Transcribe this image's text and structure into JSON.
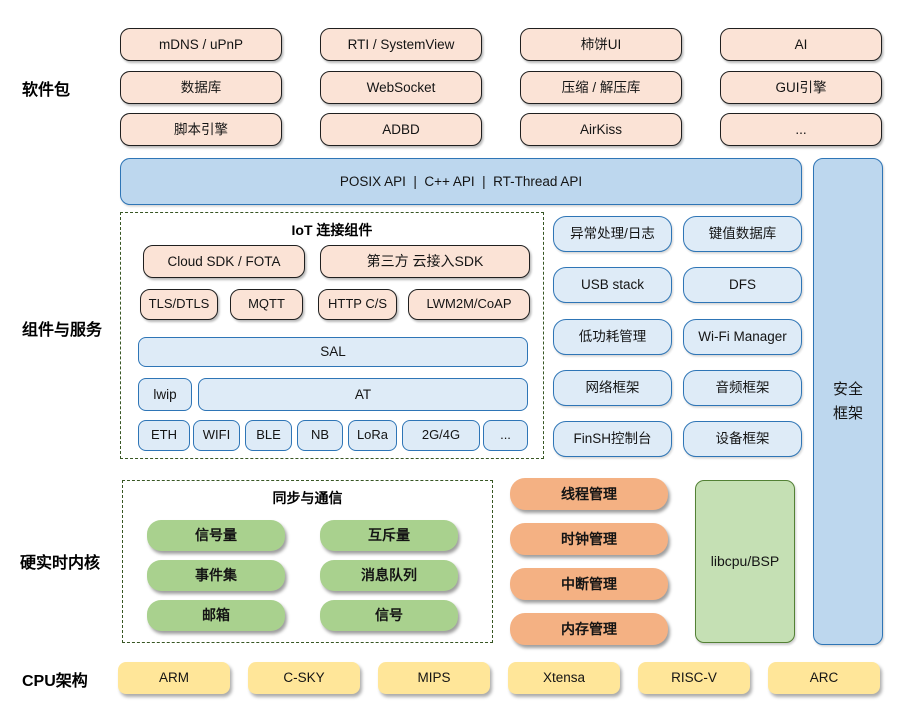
{
  "labels": {
    "software_packages": "软件包",
    "components_services": "组件与服务",
    "kernel": "硬实时内核",
    "cpu_arch": "CPU架构"
  },
  "software_packages": {
    "rows": [
      [
        "mDNS / uPnP",
        "RTI / SystemView",
        "柿饼UI",
        "AI"
      ],
      [
        "数据库",
        "WebSocket",
        "压缩 / 解压库",
        "GUI引擎"
      ],
      [
        "脚本引擎",
        "ADBD",
        "AirKiss",
        "..."
      ]
    ]
  },
  "api_banner": "POSIX API  |  C++ API  |  RT-Thread API",
  "security": {
    "lines": [
      "安全",
      "框架"
    ]
  },
  "iot": {
    "title": "IoT 连接组件",
    "cloud_sdk": "Cloud SDK / FOTA",
    "third_party": "第三方 云接入SDK",
    "protocols": [
      "TLS/DTLS",
      "MQTT",
      "HTTP C/S",
      "LWM2M/CoAP"
    ],
    "sal": "SAL",
    "lwip": "lwip",
    "at": "AT",
    "links": [
      "ETH",
      "WIFI",
      "BLE",
      "NB",
      "LoRa",
      "2G/4G",
      "..."
    ]
  },
  "services": {
    "rows": [
      [
        "异常处理/日志",
        "键值数据库"
      ],
      [
        "USB stack",
        "DFS"
      ],
      [
        "低功耗管理",
        "Wi-Fi Manager"
      ],
      [
        "网络框架",
        "音频框架"
      ],
      [
        "FinSH控制台",
        "设备框架"
      ]
    ]
  },
  "kernel": {
    "sync_title": "同步与通信",
    "sync_rows": [
      [
        "信号量",
        "互斥量"
      ],
      [
        "事件集",
        "消息队列"
      ],
      [
        "邮箱",
        "信号"
      ]
    ],
    "managers": [
      "线程管理",
      "时钟管理",
      "中断管理",
      "内存管理"
    ],
    "libcpu": "libcpu/BSP"
  },
  "cpu_archs": [
    "ARM",
    "C-SKY",
    "MIPS",
    "Xtensa",
    "RISC-V",
    "ARC"
  ],
  "colors": {
    "peach": "#FBE3D6",
    "blue_fill": "#BDD7EE",
    "blue_light": "#DEEBF7",
    "blue_border": "#2E75B6",
    "green": "#A9D18E",
    "green_light": "#C5E0B4",
    "green_border": "#538135",
    "orange": "#F4B183",
    "yellow": "#FFE699",
    "dash_border": "#375623",
    "box_border": "#1F1F1F"
  }
}
